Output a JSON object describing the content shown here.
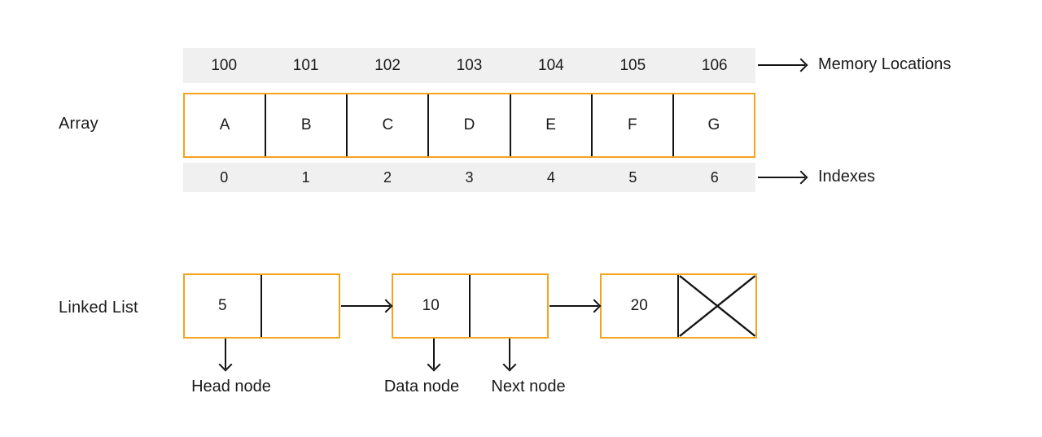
{
  "diagram": {
    "title_visible": false,
    "colors": {
      "box_border": "#f5a21c",
      "divider": "#141414",
      "band_background": "#f0f0f0",
      "text": "#1a1a1a",
      "page_background": "#ffffff"
    }
  },
  "array_section": {
    "row_label": "Array",
    "memory_locations": [
      "100",
      "101",
      "102",
      "103",
      "104",
      "105",
      "106"
    ],
    "values": [
      "A",
      "B",
      "C",
      "D",
      "E",
      "F",
      "G"
    ],
    "indexes": [
      "0",
      "1",
      "2",
      "3",
      "4",
      "5",
      "6"
    ],
    "memory_annotation": "Memory Locations",
    "index_annotation": "Indexes"
  },
  "linked_list_section": {
    "row_label": "Linked List",
    "nodes": [
      {
        "data": "5",
        "next_is_null": false
      },
      {
        "data": "10",
        "next_is_null": false
      },
      {
        "data": "20",
        "next_is_null": true
      }
    ],
    "callouts": {
      "head": "Head node",
      "data": "Data node",
      "next": "Next node"
    }
  }
}
